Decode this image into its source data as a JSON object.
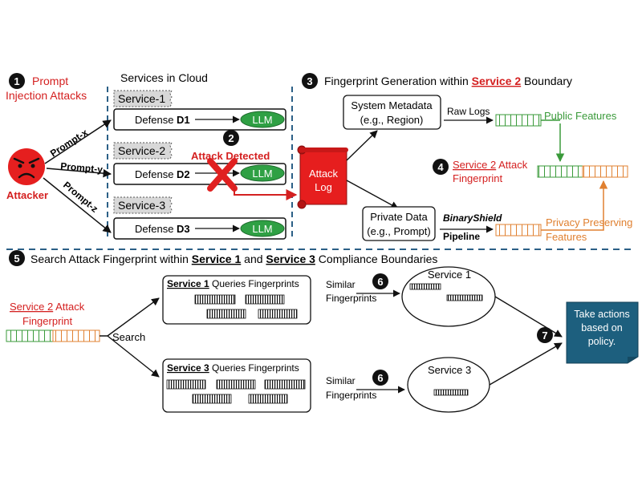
{
  "step1": {
    "num": "1",
    "line1": "Prompt",
    "line2": "Injection Attacks"
  },
  "cloud": {
    "title": "Services in Cloud"
  },
  "services": [
    {
      "tab": "Service-1",
      "defense_prefix": "Defense ",
      "defense_bold": "D1",
      "llm": "LLM"
    },
    {
      "tab": "Service-2",
      "defense_prefix": "Defense ",
      "defense_bold": "D2",
      "llm": "LLM"
    },
    {
      "tab": "Service-3",
      "defense_prefix": "Defense ",
      "defense_bold": "D3",
      "llm": "LLM"
    }
  ],
  "attacker": {
    "label": "Attacker"
  },
  "prompts": [
    "Prompt-x",
    "Prompt-y",
    "Prompt-z"
  ],
  "step2": {
    "num": "2",
    "label": "Attack Detected"
  },
  "attack_log": {
    "line1": "Attack",
    "line2": "Log"
  },
  "step3": {
    "num": "3",
    "prefix": "Fingerprint Generation within ",
    "service": "Service 2",
    "suffix": " Boundary"
  },
  "system_metadata": {
    "line1": "System Metadata",
    "line2": "(e.g., Region)"
  },
  "raw_logs": "Raw Logs",
  "public_features": "Public Features",
  "step4": {
    "num": "4",
    "service": "Service 2",
    "line1_suffix": " Attack",
    "line2": "Fingerprint"
  },
  "private_data": {
    "line1": "Private Data",
    "line2": "(e.g., Prompt)"
  },
  "binaryshield": {
    "line1": "BinaryShield",
    "line2": "Pipeline"
  },
  "privacy_features": {
    "line1": "Privacy Preserving",
    "line2": "Features"
  },
  "step5": {
    "num": "5",
    "prefix": "Search Attack Fingerprint within ",
    "s1": "Service 1",
    "mid": " and ",
    "s3": "Service 3",
    "suffix": " Compliance Boundaries"
  },
  "fingerprint_src": {
    "service": "Service 2",
    "line1_suffix": " Attack",
    "line2": "Fingerprint"
  },
  "search_label": "Search",
  "query1": {
    "service": "Service 1",
    "suffix": " Queries Fingerprints"
  },
  "query3": {
    "service": "Service 3",
    "suffix": " Queries Fingerprints"
  },
  "similar1": {
    "line1": "Similar",
    "line2": "Fingerprints",
    "num": "6"
  },
  "similar3": {
    "line1": "Similar",
    "line2": "Fingerprints",
    "num": "6"
  },
  "result1": {
    "label": "Service 1"
  },
  "result3": {
    "label": "Service 3"
  },
  "step7": {
    "num": "7"
  },
  "action": {
    "line1": "Take actions",
    "line2": "based on",
    "line3": "policy."
  },
  "colors": {
    "red": "#d42020",
    "green": "#3a9a3a",
    "orange": "#e08030",
    "navy": "#1f4e79",
    "teal": "#1d5f7e"
  }
}
